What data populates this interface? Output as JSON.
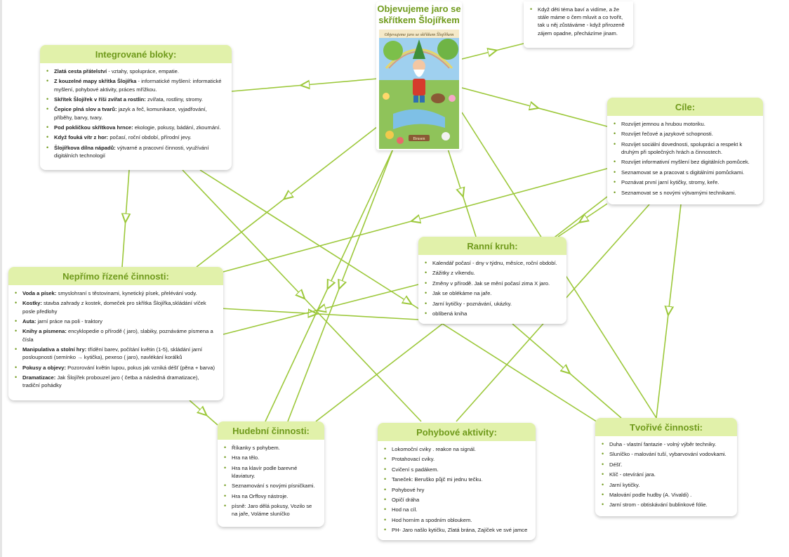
{
  "center": {
    "title": "Objevujeme jaro se skřítkem Šlojířkem",
    "book_title": "Objevujeme jaro se skřítkem Šlojířkem",
    "book_sign": "Brusen"
  },
  "note": {
    "items": [
      "Když děti téma baví a vidíme, a že stále máme o čem mluvit a co tvořit, tak u něj zůstáváme - když přirozeně zájem opadne, přecházíme jinam."
    ]
  },
  "nodes": {
    "integrovane": {
      "title": "Integrované bloky:",
      "items": [
        {
          "b": "Zlatá cesta přátelství",
          "t": " - vztahy, spolupráce, empatie."
        },
        {
          "b": "Z kouzelné mapy skřítka Šlojířka",
          "t": " - informatické myšlení: informatické myšlení, pohybové aktivity, práces mřížkou."
        },
        {
          "b": "Skřítek Šlojířek v říši zvířat a rostlin:",
          "t": " zvířata, rostliny, stromy."
        },
        {
          "b": "Čepice plná slov a tvarů:",
          "t": " jazyk a řeč, komunikace, vyjadřování, příběhy, barvy, tvary."
        },
        {
          "b": "Pod pokličkou skřítkova hrnce:",
          "t": " ekologie, pokusy, bádání, zkoumání."
        },
        {
          "b": "Když fouká vítr z hor:",
          "t": " počasí, roční období, přírodní jevy."
        },
        {
          "b": "Šlojířkova dílna nápadů:",
          "t": " výtvarné a pracovní činnosti, využívání digitálních technologií"
        }
      ]
    },
    "cile": {
      "title": "Cíle:",
      "items": [
        {
          "b": "",
          "t": "Rozvíjet jemnou a hrubou motoriku."
        },
        {
          "b": "",
          "t": "Rozvíjet řečové a jazykové schopnosti."
        },
        {
          "b": "",
          "t": "Rozvíjet sociální dovednosti, spolupráci a respekt k druhým při společných hrách a činnostech."
        },
        {
          "b": "",
          "t": "Rozvíjet informativní myšlení bez digitálních pomůcek."
        },
        {
          "b": "",
          "t": "Seznamovat se a pracovat s digitálními pomůckami."
        },
        {
          "b": "",
          "t": "Poznávat první jarní kytičky, stromy, keře."
        },
        {
          "b": "",
          "t": "Seznamovat se s novými výtvarnými technikami."
        }
      ]
    },
    "neprimo": {
      "title": "Nepřímo řízené činnosti:",
      "items": [
        {
          "b": "Voda a písek:",
          "t": " smyslohraní s těstovinami, kynetický písek, přelévání vody."
        },
        {
          "b": "Kostky:",
          "t": " stavba zahrady z kostek, domeček pro skřítka Šlojířka,skládání víček posle předlohy"
        },
        {
          "b": "Auta:",
          "t": " jarní práce na poli - traktory"
        },
        {
          "b": "Knihy a písmena:",
          "t": " encyklopedie o přírodě ( jaro), slabiky, poznáváme písmena a čísla"
        },
        {
          "b": "Manipulativa a stolní hry:",
          "t": " třídění barev, počítání květin (1-5), skládání jarní posloupnosti (semínko → kytička), pexeso ( jaro), navlékání korálků"
        },
        {
          "b": "Pokusy a objevy:",
          "t": " Pozorování květin lupou, pokus jak vzniká déšť (pěna + barva)"
        },
        {
          "b": "Dramatizace:",
          "t": " Jak Šlojířek probouzel jaro ( četba a následná dramatizace), tradiční pohádky"
        }
      ]
    },
    "ranni": {
      "title": "Ranní kruh:",
      "items": [
        {
          "b": "",
          "t": "Kalendář počasí - dny v týdnu, měsíce, roční období."
        },
        {
          "b": "",
          "t": "Zážitky z víkendu."
        },
        {
          "b": "",
          "t": "Změny v přírodě. Jak se mění počasí zima X jaro."
        },
        {
          "b": "",
          "t": "Jak se oblékáme na jaře."
        },
        {
          "b": "",
          "t": "Jarní kytičky - poznávání, ukázky."
        },
        {
          "b": "",
          "t": "oblíbená kniha"
        }
      ]
    },
    "hudebni": {
      "title": "Hudební činnosti:",
      "items": [
        {
          "b": "",
          "t": "Říkanky s pohybem."
        },
        {
          "b": "",
          "t": "Hra na tělo."
        },
        {
          "b": "",
          "t": "Hra na klavír podle barevné klaviatury."
        },
        {
          "b": "",
          "t": "Seznamování s novými písničkami."
        },
        {
          "b": "",
          "t": "Hra na Orffovy nástroje."
        },
        {
          "b": "",
          "t": "písně: Jaro dělá pokusy, Vozilo se na jaře, Voláme sluníčko"
        }
      ]
    },
    "pohybove": {
      "title": "Pohybové aktivity:",
      "items": [
        {
          "b": "",
          "t": "Lokomoční cviky . reakce na signál."
        },
        {
          "b": "",
          "t": "Protahovací cviky."
        },
        {
          "b": "",
          "t": "Cvičení s padákem."
        },
        {
          "b": "",
          "t": "Taneček: Beruško půjč mi jednu tečku."
        },
        {
          "b": "",
          "t": "Pohybové hry"
        },
        {
          "b": "",
          "t": "Opičí dráha"
        },
        {
          "b": "",
          "t": "Hod na cíl."
        },
        {
          "b": "",
          "t": "Hod horním a spodním obloukem."
        },
        {
          "b": "",
          "t": "PH- Jaro našlo kytičku, Zlatá brána, Zajíček ve své jamce"
        }
      ]
    },
    "tvorive": {
      "title": "Tvořivé činnosti:",
      "items": [
        {
          "b": "",
          "t": "Duha - vlastní fantazie - volný výběr techniky."
        },
        {
          "b": "",
          "t": "Sluníčko - malování tuší, vybarvování vodovkami."
        },
        {
          "b": "",
          "t": "Déšť."
        },
        {
          "b": "",
          "t": "Klíč - otevírání jara."
        },
        {
          "b": "",
          "t": "Jarní kytičky."
        },
        {
          "b": "",
          "t": "Malování podle hudby (A. Vivaldi) ."
        },
        {
          "b": "",
          "t": "Jarní strom - obtiskávání bublinkové fólie."
        }
      ]
    }
  },
  "colors": {
    "accent": "#6f9a1b",
    "header_bg": "#e1f1aa",
    "connector": "#9cc83a"
  }
}
